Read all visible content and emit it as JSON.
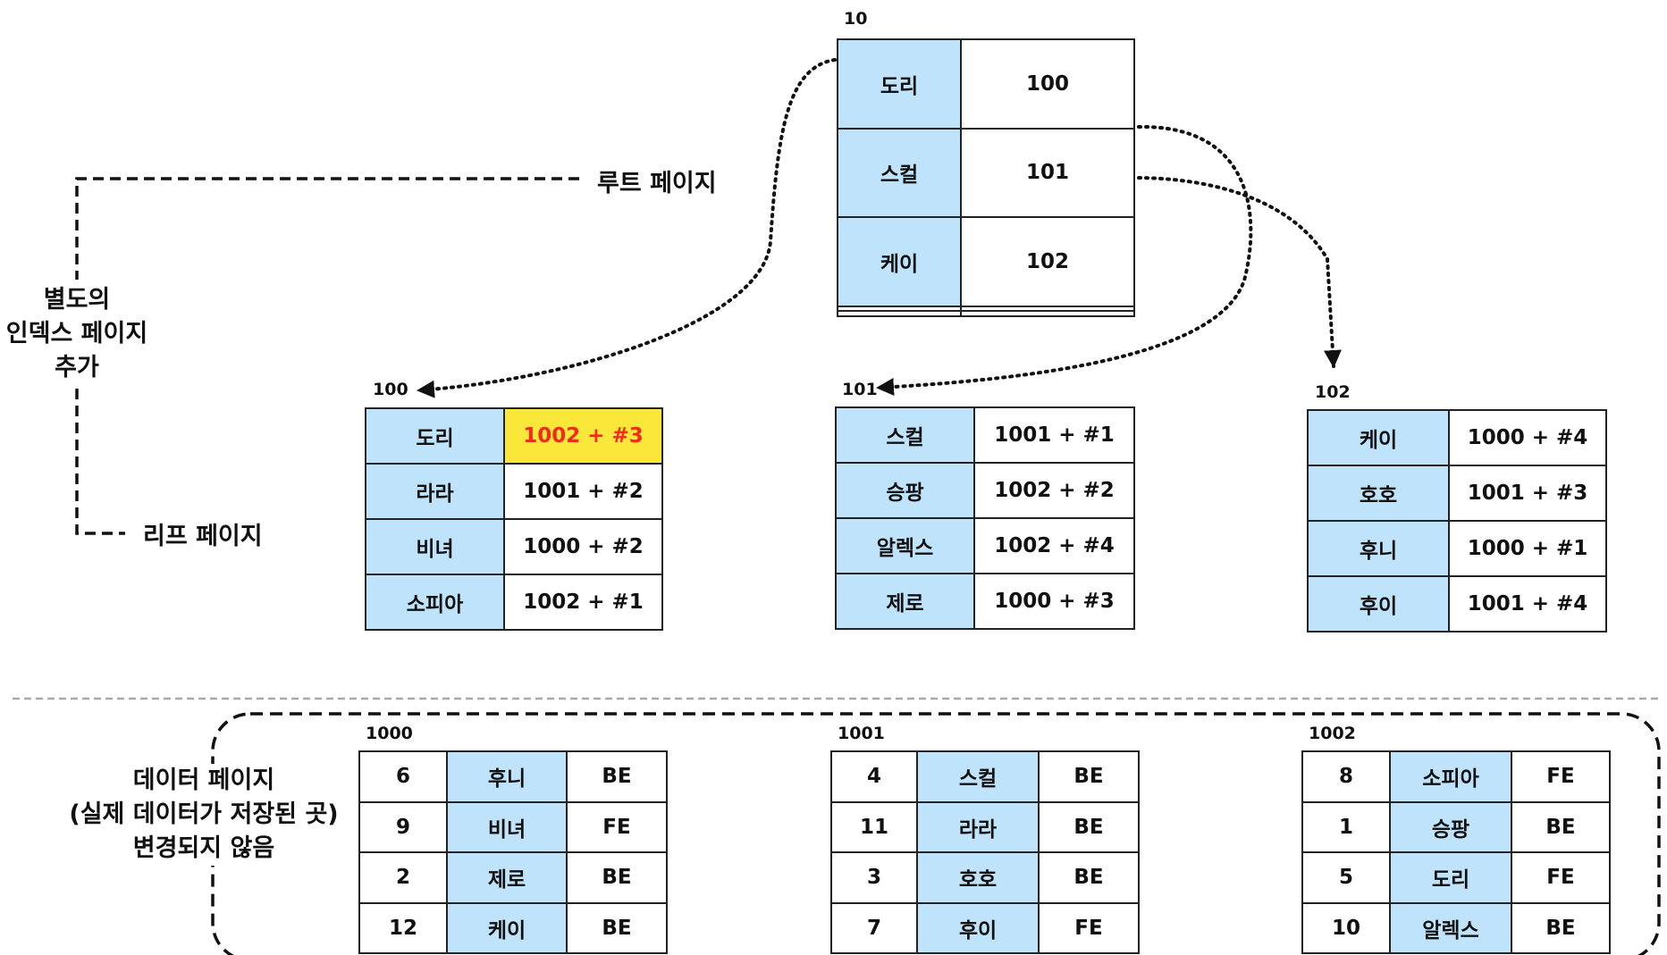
{
  "root_page": {
    "number": "10",
    "rows": [
      {
        "key": "도리",
        "pointer": "100"
      },
      {
        "key": "스컬",
        "pointer": "101"
      },
      {
        "key": "케이",
        "pointer": "102"
      },
      {
        "key": "",
        "pointer": ""
      },
      {
        "key": "",
        "pointer": ""
      }
    ]
  },
  "leaf_pages": [
    {
      "number": "100",
      "rows": [
        {
          "key": "도리",
          "ref": "1002 + #3"
        },
        {
          "key": "라라",
          "ref": "1001 + #2"
        },
        {
          "key": "비녀",
          "ref": "1000 + #2"
        },
        {
          "key": "소피아",
          "ref": "1002 + #1"
        }
      ]
    },
    {
      "number": "101",
      "rows": [
        {
          "key": "스컬",
          "ref": "1001 + #1"
        },
        {
          "key": "승팡",
          "ref": "1002 + #2"
        },
        {
          "key": "알렉스",
          "ref": "1002 + #4"
        },
        {
          "key": "제로",
          "ref": "1000 + #3"
        }
      ]
    },
    {
      "number": "102",
      "rows": [
        {
          "key": "케이",
          "ref": "1000 + #4"
        },
        {
          "key": "호호",
          "ref": "1001 + #3"
        },
        {
          "key": "후니",
          "ref": "1000 + #1"
        },
        {
          "key": "후이",
          "ref": "1001 + #4"
        }
      ]
    }
  ],
  "data_pages": [
    {
      "number": "1000",
      "rows": [
        {
          "id": "6",
          "name": "후니",
          "team": "BE"
        },
        {
          "id": "9",
          "name": "비녀",
          "team": "FE"
        },
        {
          "id": "2",
          "name": "제로",
          "team": "BE"
        },
        {
          "id": "12",
          "name": "케이",
          "team": "BE"
        }
      ]
    },
    {
      "number": "1001",
      "rows": [
        {
          "id": "4",
          "name": "스컬",
          "team": "BE"
        },
        {
          "id": "11",
          "name": "라라",
          "team": "BE"
        },
        {
          "id": "3",
          "name": "호호",
          "team": "BE"
        },
        {
          "id": "7",
          "name": "후이",
          "team": "FE"
        }
      ]
    },
    {
      "number": "1002",
      "rows": [
        {
          "id": "8",
          "name": "소피아",
          "team": "FE"
        },
        {
          "id": "1",
          "name": "승팡",
          "team": "BE"
        },
        {
          "id": "5",
          "name": "도리",
          "team": "FE"
        },
        {
          "id": "10",
          "name": "알렉스",
          "team": "BE"
        }
      ]
    }
  ],
  "labels": {
    "root": "루트 페이지",
    "leaf": "리프 페이지",
    "index_added": [
      "별도의",
      "인덱스 페이지",
      "추가"
    ],
    "data_page": [
      "데이터 페이지",
      "(실제 데이터가 저장된 곳)",
      "변경되지 않음"
    ]
  },
  "colors": {
    "key_cell": "#bfe3fb",
    "highlight_cell": "#fbe73a",
    "highlight_text": "#ee2b1c"
  }
}
